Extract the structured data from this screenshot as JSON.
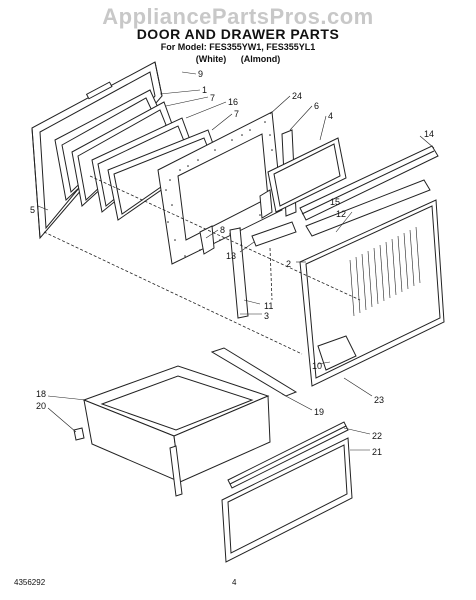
{
  "watermark": "AppliancePartsPros.com",
  "title": "DOOR AND DRAWER PARTS",
  "models": "For Model: FES355YW1, FES355YL1",
  "colors": [
    "(White)",
    "(Almond)"
  ],
  "doc_number": "4356292",
  "page_number": "4",
  "callouts": [
    "9",
    "1",
    "7",
    "16",
    "7",
    "24",
    "6",
    "4",
    "14",
    "5",
    "8",
    "15",
    "12",
    "13",
    "2",
    "11",
    "3",
    "10",
    "23",
    "18",
    "20",
    "19",
    "22",
    "21"
  ]
}
